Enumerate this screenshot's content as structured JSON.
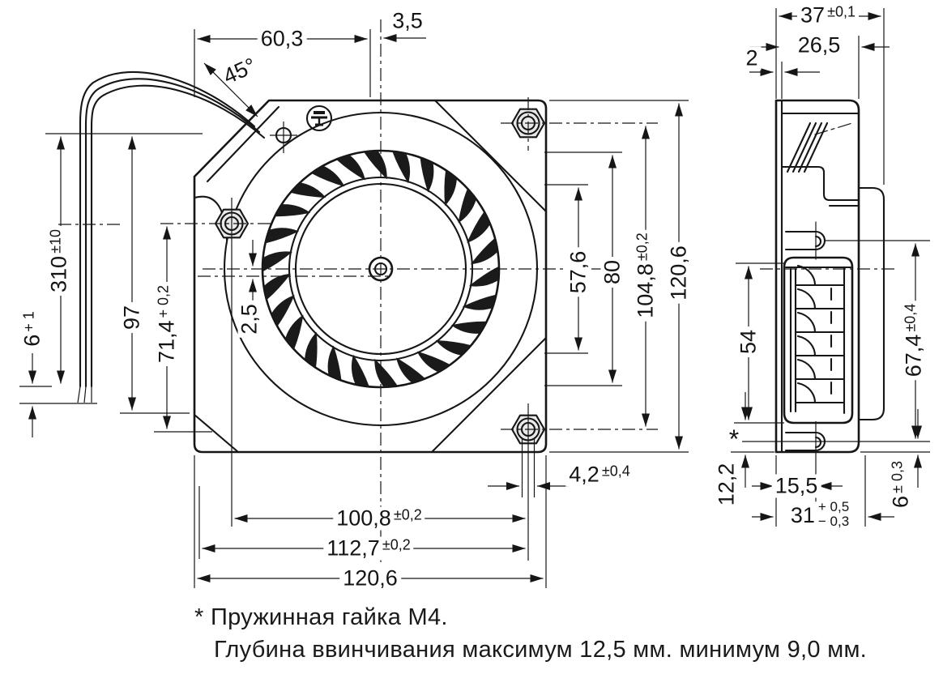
{
  "dimensions": {
    "front": {
      "half_width": {
        "value": "60,3"
      },
      "center_offset_x": {
        "value": "3,5"
      },
      "corner_angle": {
        "value": "45°"
      },
      "cable_length": {
        "value": "310",
        "tol": "±10"
      },
      "wire_strip": {
        "value": "6",
        "tol": "+ 1"
      },
      "v97": {
        "value": "97"
      },
      "v71_4": {
        "value": "71,4",
        "tol": "+ 0,2"
      },
      "center_offset_y": {
        "value": "2,5"
      },
      "v57_6": {
        "value": "57,6"
      },
      "v80": {
        "value": "80"
      },
      "hole_spacing_v": {
        "value": "104,8",
        "tol": "±0,2"
      },
      "height": {
        "value": "120,6"
      },
      "hole_dia": {
        "value": "4,2",
        "tol": "±0,4"
      },
      "hole_spacing_h": {
        "value": "100,8",
        "tol": "±0,2"
      },
      "w112_7": {
        "value": "112,7",
        "tol": "±0,2"
      },
      "width": {
        "value": "120,6"
      }
    },
    "side": {
      "depth_total": {
        "value": "37",
        "tol": "±0,1"
      },
      "depth_body": {
        "value": "26,5"
      },
      "flange": {
        "value": "2"
      },
      "outlet_height": {
        "value": "54"
      },
      "v67_4": {
        "value": "67,4",
        "tol": "±0,4"
      },
      "v12_2": {
        "value": "12,2"
      },
      "v15_5": {
        "value": "15,5"
      },
      "v31": {
        "value": "31",
        "tol_plus": "+ 0,5",
        "tol_minus": "− 0,3"
      },
      "v6": {
        "value": "6",
        "tol": "± 0,3"
      }
    }
  },
  "annotations": {
    "spring_nut_marker": "*",
    "note_line1": "* Пружинная гайка М4.",
    "note_line2": "Глубина  ввинчивания максимум 12,5 мм. минимум 9,0 мм."
  }
}
